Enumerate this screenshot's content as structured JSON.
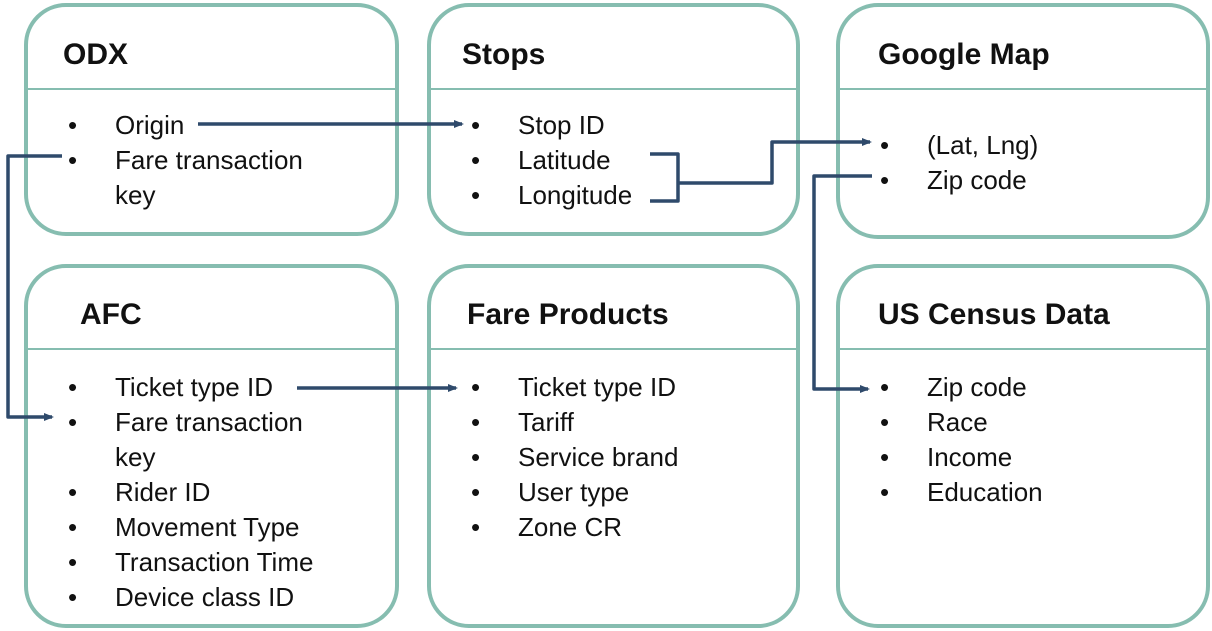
{
  "boxes": {
    "odx": {
      "title": "ODX",
      "items": [
        {
          "text": "Origin"
        },
        {
          "text": "Fare transaction",
          "continuation": "key"
        }
      ]
    },
    "stops": {
      "title": "Stops",
      "items": [
        {
          "text": "Stop ID"
        },
        {
          "text": "Latitude"
        },
        {
          "text": "Longitude"
        }
      ]
    },
    "google_map": {
      "title": "Google Map",
      "items": [
        {
          "text": "(Lat, Lng)"
        },
        {
          "text": "Zip code"
        }
      ]
    },
    "afc": {
      "title": "AFC",
      "items": [
        {
          "text": "Ticket type ID"
        },
        {
          "text": "Fare transaction",
          "continuation": "key"
        },
        {
          "text": "Rider ID"
        },
        {
          "text": "Movement Type"
        },
        {
          "text": "Transaction Time"
        },
        {
          "text": "Device class ID"
        }
      ]
    },
    "fare_products": {
      "title": "Fare Products",
      "items": [
        {
          "text": "Ticket type ID"
        },
        {
          "text": "Tariff"
        },
        {
          "text": "Service brand"
        },
        {
          "text": "User type"
        },
        {
          "text": "Zone CR"
        }
      ]
    },
    "us_census": {
      "title": "US Census Data",
      "items": [
        {
          "text": "Zip code"
        },
        {
          "text": "Race"
        },
        {
          "text": "Income"
        },
        {
          "text": "Education"
        }
      ]
    }
  },
  "bullet_char": "•",
  "colors": {
    "box_border": "#86bdb0",
    "connector": "#2f4a6b",
    "text": "#111111"
  }
}
